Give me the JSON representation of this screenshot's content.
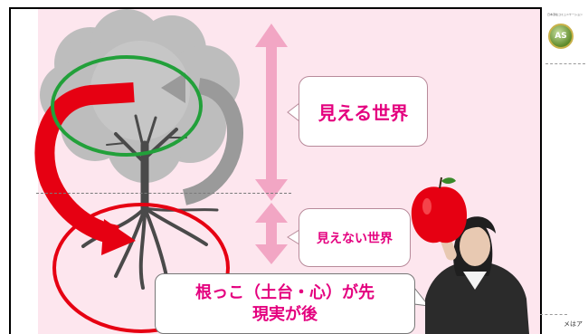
{
  "slide": {
    "visible_label": "見える世界",
    "invisible_label": "見えない世界",
    "root_text_line1": "根っこ（土台・心）が先",
    "root_text_line2": "現実が後"
  },
  "side_panel": {
    "tiny_text": "日本潜在コミュニケーション",
    "logo_text": "AS",
    "bottom_text": "メはア"
  },
  "colors": {
    "slide_bg": "#fde6ee",
    "accent_pink": "#e4007f",
    "arrow_pink": "#f2a6c4",
    "red": "#e60012",
    "green": "#22a03a"
  },
  "icons": [
    "apple-icon",
    "tree-icon",
    "cycle-arrow-icon"
  ]
}
